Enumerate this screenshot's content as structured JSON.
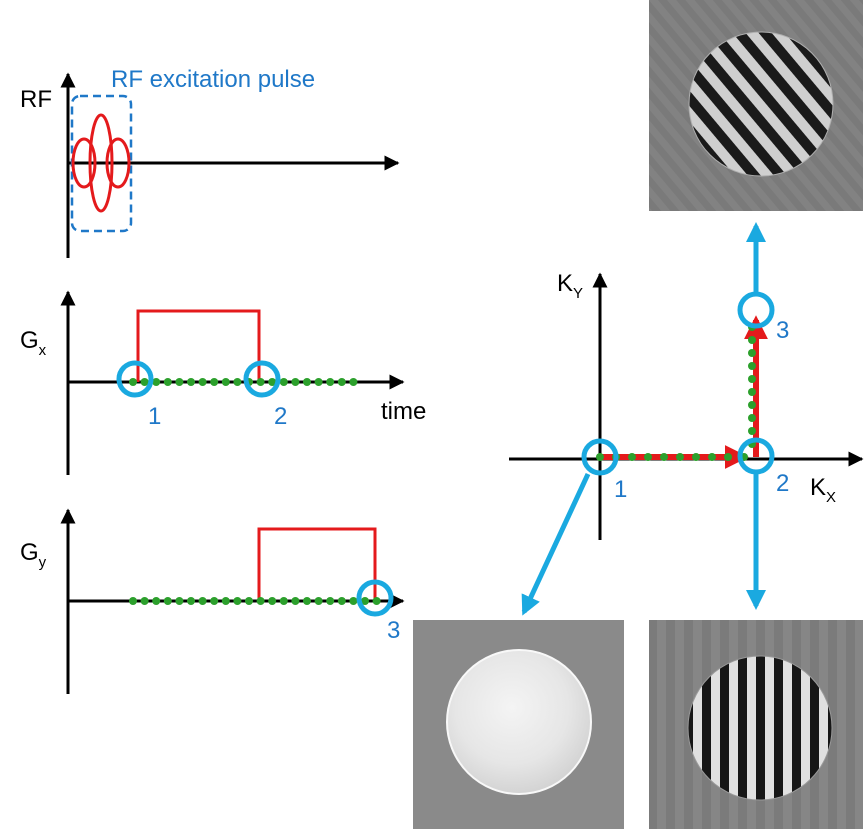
{
  "rf": {
    "axis_label": "RF",
    "box_label": "RF excitation pulse"
  },
  "gx": {
    "axis_main": "G",
    "axis_sub": "x",
    "time_label": "time",
    "marker1": "1",
    "marker2": "2"
  },
  "gy": {
    "axis_main": "G",
    "axis_sub": "y",
    "marker3": "3"
  },
  "kspace": {
    "ky_main": "K",
    "ky_sub": "Y",
    "kx_main": "K",
    "kx_sub": "X",
    "point1": "1",
    "point2": "2",
    "point3": "3"
  },
  "colors": {
    "pulse": "#e41a1c",
    "gradient": "#e41a1c",
    "samples": "#2ca02c",
    "highlight": "#1aa9e0",
    "label_blue": "#1f78c8",
    "axis": "#000000",
    "image_bg": "#808080"
  },
  "images": {
    "top": "stripes-diagonal",
    "bottom_left": "uniform-disc",
    "bottom_right": "stripes-vertical"
  }
}
